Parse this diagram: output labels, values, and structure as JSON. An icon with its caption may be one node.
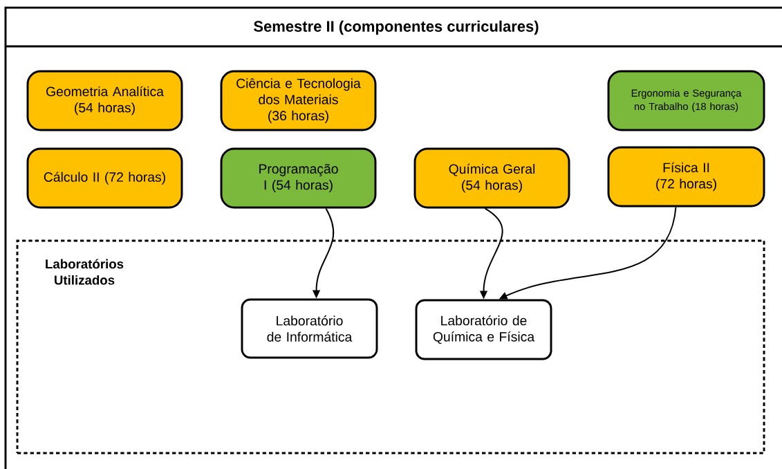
{
  "diagram": {
    "title": "Semestre II (componentes curriculares)",
    "nodes": [
      {
        "text": [
          "Geometria Analítica (54 horas)"
        ]
      },
      {
        "text": [
          "Ciência e Tecnologia dos Materiais (36 horas)"
        ]
      },
      {
        "text": [
          "Ergonomia e Segurança no Trabalho (18 horas)"
        ]
      },
      {
        "text": [
          "Cálculo II (72 horas)"
        ]
      },
      {
        "text": [
          "Programação I (54 horas)"
        ]
      },
      {
        "text": [
          "Química Geral (54 horas)"
        ]
      },
      {
        "text": [
          "Física II (72 horas)"
        ]
      },
      {
        "text": [
          "Laboratórios Utilizados"
        ]
      },
      {
        "text": [
          "Laboratório de Informática"
        ],
        "in": 7
      },
      {
        "text": [
          "Laboratório de Química e Física"
        ],
        "in": 7
      }
    ],
    "edges": [
      {
        "from": 4,
        "to": 8,
        "arrow": "to"
      },
      {
        "from": 5,
        "to": 9,
        "arrow": "to"
      },
      {
        "from": 6,
        "to": 9,
        "arrow": "to"
      }
    ]
  }
}
